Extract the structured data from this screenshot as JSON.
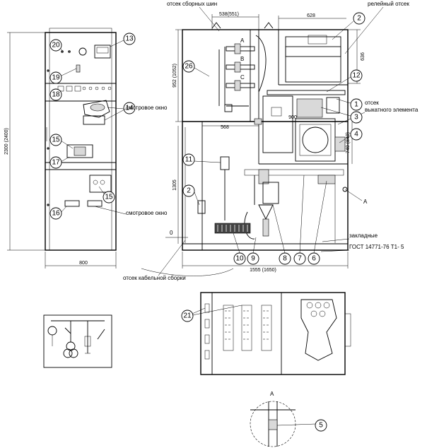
{
  "labels": {
    "busbar_compartment": "отсек сборных шин",
    "relay_compartment": "релейный отсек",
    "withdrawable_compartment_1": "отсек",
    "withdrawable_compartment_2": "выкатного элемента",
    "viewing_window_1": "смотровое окно",
    "viewing_window_2": "смотровое окно",
    "embedded": "закладные",
    "gost": "ГОСТ 14771-76 Т1- 5",
    "cable_compartment": "отсек кабельной сборки",
    "view_a": "А",
    "view_a_bottom": "А",
    "zero": "0",
    "phase_a": "A",
    "phase_b": "B",
    "phase_c": "C"
  },
  "dimensions": {
    "d_538": "538(551)",
    "d_628": "628",
    "d_636": "636",
    "d_952": "952 (1052)",
    "d_2300": "2300 (2400)",
    "d_800": "800",
    "d_568": "568",
    "d_900": "900",
    "d_740": "740 (840)",
    "d_1305": "1305",
    "d_1555": "1555 (1650)"
  },
  "callouts": [
    "20",
    "13",
    "19",
    "18",
    "14",
    "15",
    "17",
    "15",
    "16",
    "26",
    "2",
    "12",
    "1",
    "3",
    "4",
    "11",
    "2",
    "10",
    "9",
    "8",
    "7",
    "6",
    "21",
    "5"
  ]
}
